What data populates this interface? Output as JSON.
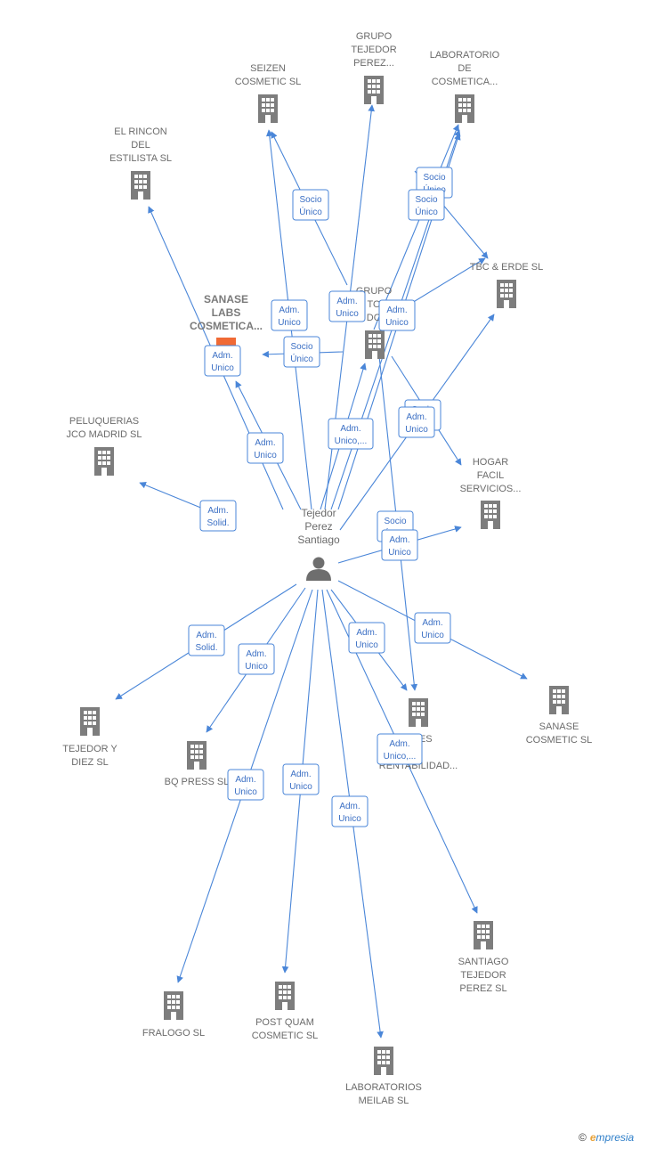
{
  "colors": {
    "edge": "#4a86d8",
    "node": "#7d7d7d",
    "highlight": "#f06a35",
    "text": "#6b6b6b"
  },
  "person": {
    "lines": [
      "Tejedor",
      "Perez",
      "Santiago"
    ],
    "icon": "person-icon"
  },
  "nodes": [
    {
      "id": "seizen",
      "lines": [
        "SEIZEN",
        "COSMETIC  SL"
      ],
      "icon": "building-icon"
    },
    {
      "id": "grupo-top",
      "lines": [
        "GRUPO",
        "TEJEDOR",
        "PEREZ..."
      ],
      "icon": "building-icon"
    },
    {
      "id": "laboratorio-top",
      "lines": [
        "LABORATORIO",
        "DE",
        "COSMETICA..."
      ],
      "icon": "building-icon"
    },
    {
      "id": "rincon",
      "lines": [
        "EL RINCON",
        "DEL",
        "ESTILISTA SL"
      ],
      "icon": "building-icon"
    },
    {
      "id": "tbc",
      "lines": [
        "TBC & ERDE  SL"
      ],
      "icon": "building-icon"
    },
    {
      "id": "sanase-labs",
      "lines": [
        "SANASE",
        "LABS",
        "COSMETICA..."
      ],
      "icon": "building-icon",
      "highlight": true
    },
    {
      "id": "grupo-mid",
      "lines": [
        "GRUPO",
        "TO",
        "DO"
      ],
      "icon": "building-icon"
    },
    {
      "id": "peluquerias",
      "lines": [
        "PELUQUERIAS",
        "JCO MADRID  SL"
      ],
      "icon": "building-icon"
    },
    {
      "id": "hogar",
      "lines": [
        "HOGAR",
        "FACIL",
        "SERVICIOS..."
      ],
      "icon": "building-icon"
    },
    {
      "id": "tejedor-diez",
      "lines": [
        "TEJEDOR Y",
        "DIEZ SL"
      ],
      "icon": "building-icon"
    },
    {
      "id": "bq-press",
      "lines": [
        "BQ PRESS SL"
      ],
      "icon": "building-icon"
    },
    {
      "id": "inversiones",
      "lines": [
        "ONES",
        "RENTABILIDAD..."
      ],
      "icon": "building-icon"
    },
    {
      "id": "sanase-cosmetic",
      "lines": [
        "SANASE",
        "COSMETIC SL"
      ],
      "icon": "building-icon"
    },
    {
      "id": "santiago-tejedor",
      "lines": [
        "SANTIAGO",
        "TEJEDOR",
        "PEREZ  SL"
      ],
      "icon": "building-icon"
    },
    {
      "id": "fralogo",
      "lines": [
        "FRALOGO  SL"
      ],
      "icon": "building-icon"
    },
    {
      "id": "post-quam",
      "lines": [
        "POST QUAM",
        "COSMETIC SL"
      ],
      "icon": "building-icon"
    },
    {
      "id": "meilab",
      "lines": [
        "LABORATORIOS",
        "MEILAB  SL"
      ],
      "icon": "building-icon"
    }
  ],
  "edge_labels": [
    {
      "id": "l1",
      "lines": [
        "Socio",
        "Único"
      ]
    },
    {
      "id": "l2",
      "lines": [
        "Socio",
        "Único"
      ]
    },
    {
      "id": "l3",
      "lines": [
        "Socio",
        "Único"
      ]
    },
    {
      "id": "l4",
      "lines": [
        "Adm.",
        "Unico"
      ]
    },
    {
      "id": "l5",
      "lines": [
        "Adm.",
        "Unico"
      ]
    },
    {
      "id": "l6",
      "lines": [
        "Adm.",
        "Unico"
      ]
    },
    {
      "id": "l7",
      "lines": [
        "Socio",
        "Único"
      ]
    },
    {
      "id": "l8",
      "lines": [
        "Adm.",
        "Unico"
      ]
    },
    {
      "id": "l9",
      "lines": [
        "Adm.",
        "Unico"
      ]
    },
    {
      "id": "l10",
      "lines": [
        "Adm.",
        "Unico,..."
      ]
    },
    {
      "id": "l11",
      "lines": [
        "Socio",
        "Único"
      ]
    },
    {
      "id": "l12",
      "lines": [
        "Adm.",
        "Unico"
      ]
    },
    {
      "id": "l13",
      "lines": [
        "Socio",
        "Único"
      ]
    },
    {
      "id": "l14",
      "lines": [
        "Adm.",
        "Unico"
      ]
    },
    {
      "id": "l15",
      "lines": [
        "Adm.",
        "Solid."
      ]
    },
    {
      "id": "l16",
      "lines": [
        "Adm.",
        "Solid."
      ]
    },
    {
      "id": "l17",
      "lines": [
        "Adm.",
        "Unico"
      ]
    },
    {
      "id": "l18",
      "lines": [
        "Adm.",
        "Unico"
      ]
    },
    {
      "id": "l19",
      "lines": [
        "Adm.",
        "Unico,..."
      ]
    },
    {
      "id": "l20",
      "lines": [
        "Adm.",
        "Unico"
      ]
    },
    {
      "id": "l21",
      "lines": [
        "Adm.",
        "Unico"
      ]
    },
    {
      "id": "l22",
      "lines": [
        "Adm.",
        "Unico"
      ]
    }
  ],
  "brand": {
    "copyright": "©",
    "first": "e",
    "rest": "mpresia"
  }
}
